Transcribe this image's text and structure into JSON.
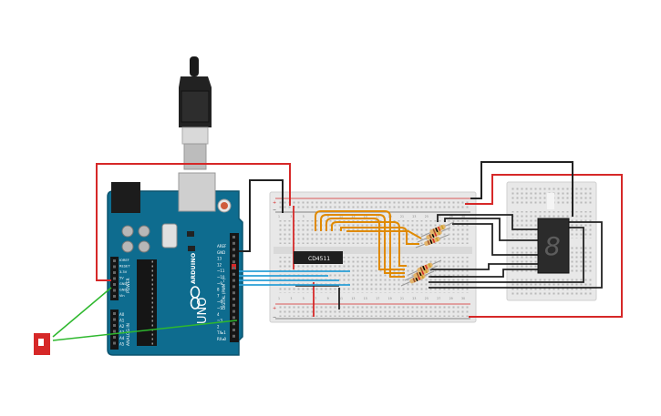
{
  "arduino": {
    "brand": "ARDUINO",
    "model": "UNO",
    "digital_label": "DIGITAL (PWM ~)",
    "analog_label": "ANALOG IN",
    "power_label": "POWER",
    "top_pins": [
      "AREF",
      "GND",
      "13",
      "12",
      "~11",
      "~10",
      "~9",
      "8",
      "7",
      "~6",
      "~5",
      "4",
      "~3",
      "2",
      "TX▸1",
      "RX◂0"
    ],
    "power_pins": [
      "IOREF",
      "RESET",
      "3.3V",
      "5V",
      "GND",
      "GND",
      "Vin"
    ],
    "analog_pins": [
      "A0",
      "A1",
      "A2",
      "A3",
      "A4",
      "A5"
    ]
  },
  "chip": {
    "label": "CD4511"
  },
  "breadboard_main": {
    "rail_plus": "+",
    "rail_minus": "−",
    "column_numbers": [
      "1",
      "3",
      "5",
      "7",
      "9",
      "11",
      "13",
      "15",
      "17",
      "19",
      "21",
      "23",
      "25",
      "27",
      "29",
      "30"
    ],
    "row_letters": [
      "a",
      "b",
      "c",
      "d",
      "e",
      "f",
      "g",
      "h",
      "i",
      "j"
    ]
  },
  "display": {
    "digit": "8"
  },
  "colors": {
    "wire_red": "#d62828",
    "wire_black": "#222222",
    "wire_orange": "#e08a00",
    "wire_blue": "#2a9fd6",
    "wire_green": "#2eb82e",
    "board_teal": "#0e6c8f",
    "board_plate": "#e8e8e8"
  }
}
